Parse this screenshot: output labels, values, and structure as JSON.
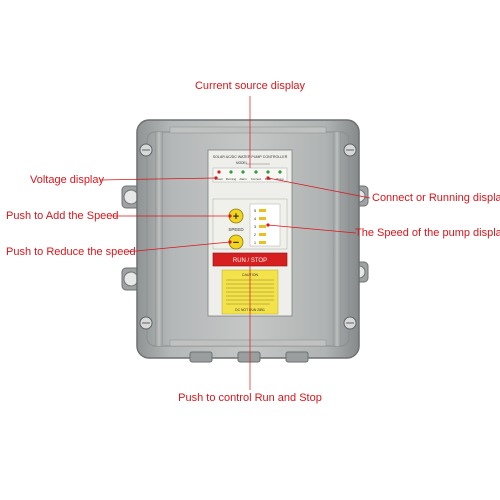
{
  "callouts": {
    "current_source_display": "Current source display",
    "voltage_display": "Voltage display",
    "add_speed": "Push to Add the Speed",
    "reduce_speed": "Push to Reduce the speed",
    "connect_running_display": "Connect or Running display",
    "pump_speed_display": "The Speed of the pump display",
    "run_stop_control": "Push to control Run and Stop"
  },
  "device": {
    "panel_title": "SOLAR AC/DC WATER PUMP CONTROLLER",
    "model_label": "MODEL",
    "status_labels": [
      "Power",
      "Running",
      "Alarm",
      "Connect",
      "Float",
      "Pump"
    ],
    "speed_label": "SPEED",
    "plus_symbol": "+",
    "minus_symbol": "−",
    "speed_levels": [
      "5",
      "4",
      "3",
      "2",
      "1"
    ],
    "run_stop_label": "RUN / STOP",
    "caution_title": "CAUTION",
    "caution_code": "DC NOT RUN 2851"
  },
  "colors": {
    "callout_red": "#d8161c",
    "housing_gray": "#a9acac",
    "run_button_red": "#d62020",
    "caution_yellow": "#f3e24a",
    "led_green": "#2e9a3e",
    "speed_yellow": "#e6c21a"
  }
}
